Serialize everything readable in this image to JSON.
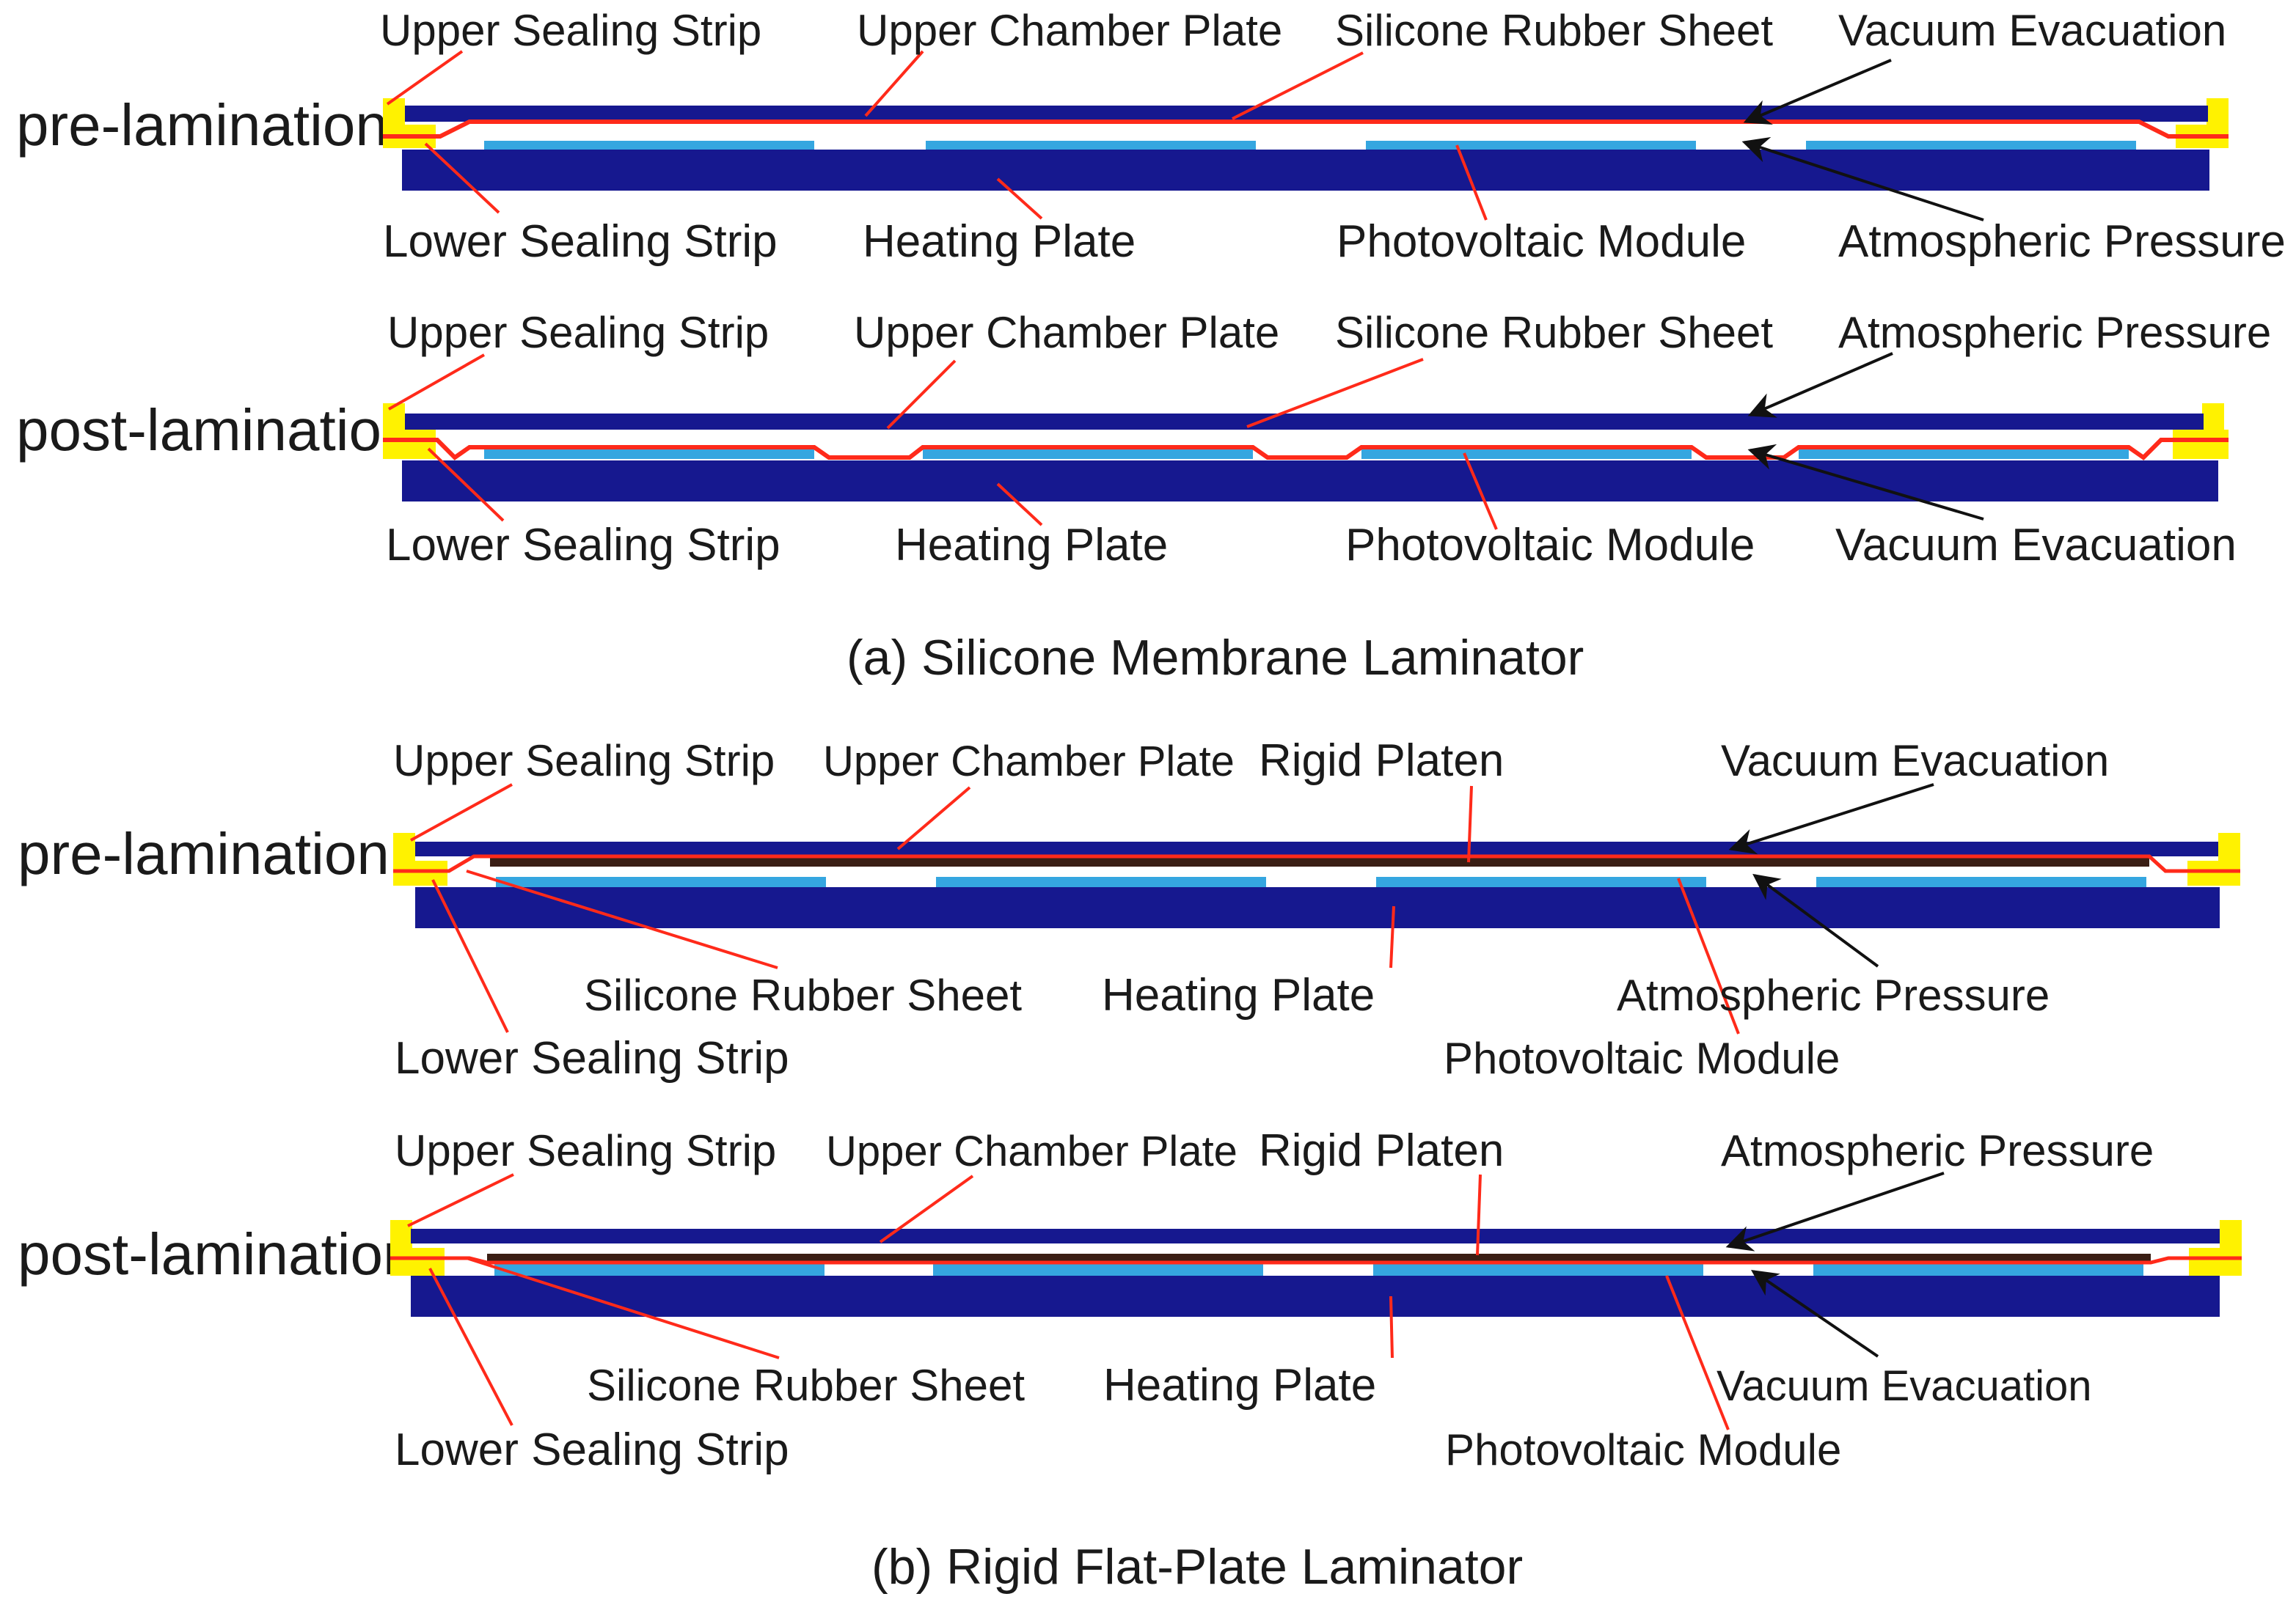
{
  "colors": {
    "chamber": "#16188f",
    "module": "#35a6e0",
    "sealing": "#fff200",
    "membrane": "#ff2a1a",
    "platen": "#3a1e14",
    "arrow": "#111111",
    "leader": "#ff2a1a"
  },
  "panel_a": {
    "caption": "(a)  Silicone Membrane Laminator",
    "pre": {
      "side_label": "pre-lamination",
      "upper_sealing": "Upper Sealing Strip",
      "upper_chamber": "Upper Chamber Plate",
      "silicone": "Silicone Rubber Sheet",
      "vacuum": "Vacuum Evacuation",
      "lower_sealing": "Lower Sealing Strip",
      "heating": "Heating Plate",
      "pv": "Photovoltaic Module",
      "atm": "Atmospheric Pressure"
    },
    "post": {
      "side_label": "post-lamination",
      "upper_sealing": "Upper Sealing Strip",
      "upper_chamber": "Upper Chamber Plate",
      "silicone": "Silicone Rubber Sheet",
      "atm": "Atmospheric Pressure",
      "lower_sealing": "Lower Sealing Strip",
      "heating": "Heating Plate",
      "pv": "Photovoltaic Module",
      "vacuum": "Vacuum Evacuation"
    }
  },
  "panel_b": {
    "caption": "(b)  Rigid Flat-Plate Laminator",
    "pre": {
      "side_label": "pre-lamination",
      "upper_sealing": "Upper Sealing Strip",
      "upper_chamber": "Upper Chamber Plate",
      "platen": "Rigid Platen",
      "vacuum": "Vacuum Evacuation",
      "silicone": "Silicone Rubber Sheet",
      "heating": "Heating Plate",
      "atm": "Atmospheric Pressure",
      "lower_sealing": "Lower Sealing Strip",
      "pv": "Photovoltaic Module"
    },
    "post": {
      "side_label": "post-lamination",
      "upper_sealing": "Upper Sealing Strip",
      "upper_chamber": "Upper Chamber Plate",
      "platen": "Rigid Platen",
      "atm": "Atmospheric Pressure",
      "silicone": "Silicone Rubber Sheet",
      "heating": "Heating Plate",
      "vacuum": "Vacuum Evacuation",
      "lower_sealing": "Lower Sealing Strip",
      "pv": "Photovoltaic Module"
    }
  }
}
